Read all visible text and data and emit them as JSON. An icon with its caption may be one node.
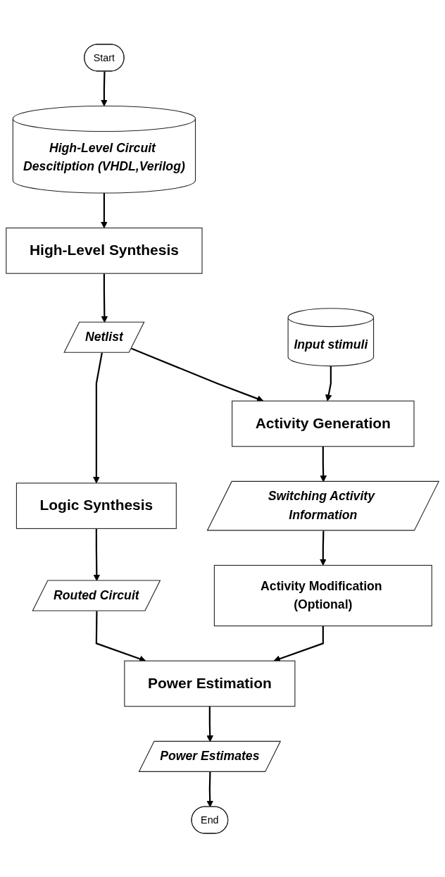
{
  "diagram": {
    "nodes": [
      {
        "text": [
          "Start"
        ]
      },
      {
        "text": [
          "High-Level Circuit Descitiption (VHDL,Verilog)"
        ]
      },
      {
        "text": [
          "High-Level Synthesis"
        ]
      },
      {
        "text": [
          "Input stimuli"
        ]
      },
      {
        "text": [
          "Netlist"
        ]
      },
      {
        "text": [
          "Logic Synthesis"
        ]
      },
      {
        "text": [
          "Activity Generation"
        ]
      },
      {
        "text": [
          "Routed Circuit"
        ]
      },
      {
        "text": [
          "Switching Activity Information"
        ]
      },
      {
        "text": [
          "Activity Modification (Optional)"
        ]
      },
      {
        "text": [
          "Power Estimation"
        ]
      },
      {
        "text": [
          "Power Estimates"
        ]
      },
      {
        "text": [
          "End"
        ]
      }
    ],
    "edges": [
      {
        "from": 0,
        "to": 1,
        "arrow": "to"
      },
      {
        "from": 1,
        "to": 2,
        "arrow": "to"
      },
      {
        "from": 2,
        "to": 4,
        "arrow": "to"
      },
      {
        "from": 4,
        "to": 5,
        "arrow": "to"
      },
      {
        "from": 4,
        "to": 6,
        "arrow": "to"
      },
      {
        "from": 3,
        "to": 6,
        "arrow": "to"
      },
      {
        "from": 5,
        "to": 7,
        "arrow": "to"
      },
      {
        "from": 6,
        "to": 8,
        "arrow": "to"
      },
      {
        "from": 7,
        "to": 10,
        "arrow": "to"
      },
      {
        "from": 8,
        "to": 9,
        "arrow": "to"
      },
      {
        "from": 9,
        "to": 10,
        "arrow": "to"
      },
      {
        "from": 10,
        "to": 11,
        "arrow": "to"
      },
      {
        "from": 11,
        "to": 12,
        "arrow": "to"
      }
    ]
  }
}
